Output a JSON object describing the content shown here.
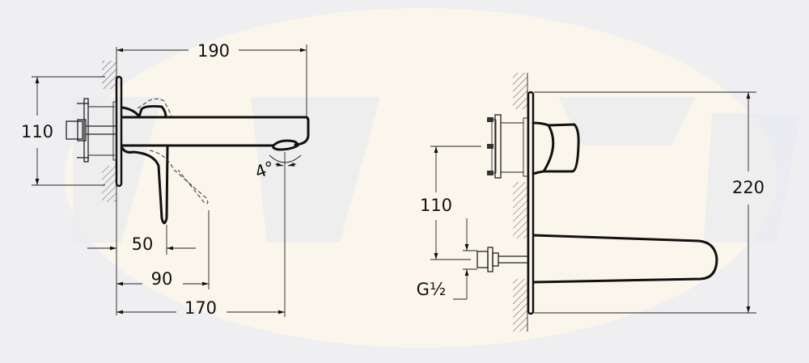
{
  "colors": {
    "background": "#efeff1",
    "watermark": "#fbf6ec",
    "line": "#111111"
  },
  "side_view": {
    "dim_overall_projection": "190",
    "dim_plate_height": "110",
    "dim_lever_offset": "50",
    "dim_lever_reach": "90",
    "dim_outlet_distance": "170",
    "angle_label": "4°"
  },
  "front_view": {
    "dim_plate_height": "220",
    "dim_inlet_to_valve": "110",
    "thread_label": "G½"
  }
}
